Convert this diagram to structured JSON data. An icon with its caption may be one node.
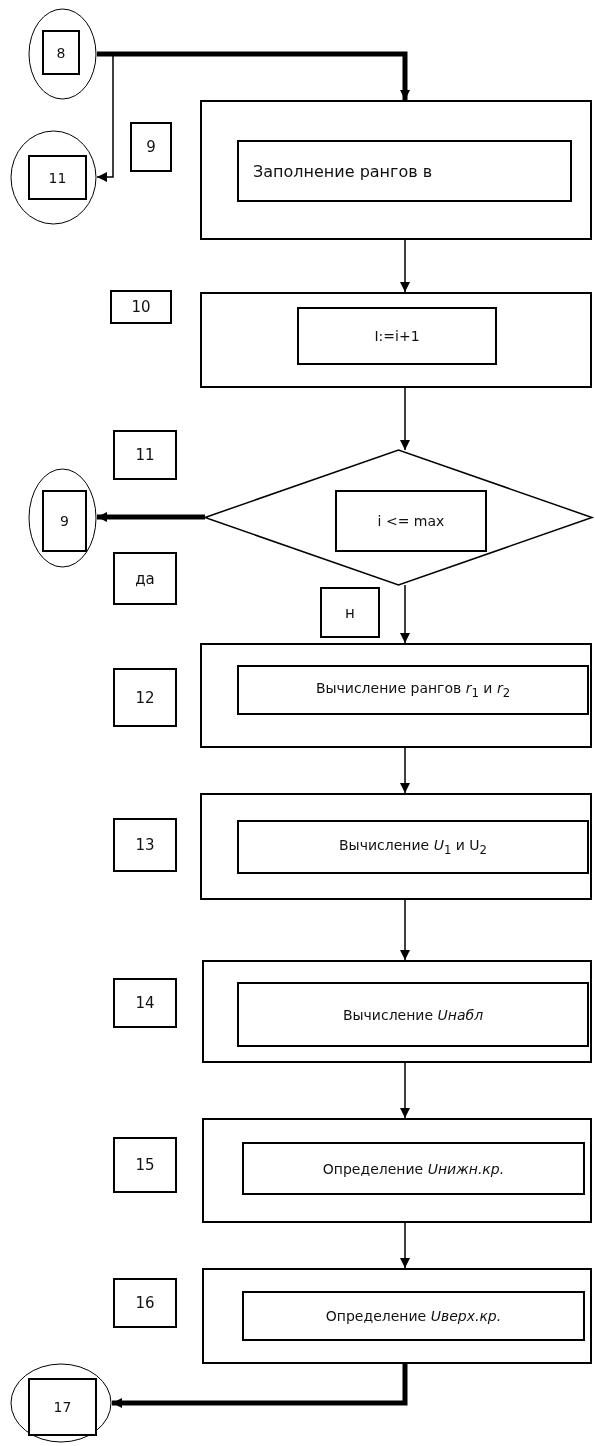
{
  "diagram": {
    "nodes": [
      {
        "text": [
          "8"
        ]
      },
      {
        "text": [],
        "shape": "box"
      },
      {
        "text": [
          "Заполнение рангов в"
        ],
        "in": 1
      },
      {
        "text": [
          "11"
        ]
      },
      {
        "text": [
          "9"
        ]
      },
      {
        "text": [
          "10"
        ]
      },
      {
        "text": [],
        "shape": "box"
      },
      {
        "text": [
          "I:=i+1"
        ],
        "in": 6
      },
      {
        "text": [
          "11"
        ]
      },
      {
        "text": [],
        "shape": "diamond"
      },
      {
        "text": [
          "i <= max"
        ],
        "in": 9
      },
      {
        "text": [
          "9"
        ]
      },
      {
        "text": [
          "да"
        ]
      },
      {
        "text": [
          "н"
        ]
      },
      {
        "text": [
          "12"
        ]
      },
      {
        "text": [],
        "shape": "box"
      },
      {
        "text": [
          "Вычисление рангов *r*$_{1}$ и *r*$_{2}$"
        ],
        "in": 15
      },
      {
        "text": [
          "13"
        ]
      },
      {
        "text": [],
        "shape": "box"
      },
      {
        "text": [
          "Вычисление *U*$_{1}$ и U$_{2}$"
        ],
        "in": 18
      },
      {
        "text": [
          "14"
        ]
      },
      {
        "text": [],
        "shape": "box"
      },
      {
        "text": [
          "Вычисление *Uнабл*"
        ],
        "in": 21
      },
      {
        "text": [
          "15"
        ]
      },
      {
        "text": [],
        "shape": "box"
      },
      {
        "text": [
          "Определение *Uнижн.кр.*"
        ],
        "in": 24
      },
      {
        "text": [
          "16"
        ]
      },
      {
        "text": [],
        "shape": "box"
      },
      {
        "text": [
          "Определение *Uверх.кр.*"
        ],
        "in": 27
      },
      {
        "text": [
          "17"
        ]
      }
    ],
    "edges": [
      {
        "from": 0,
        "to": 1,
        "arrow": "to",
        "style": "thick"
      },
      {
        "from": 0,
        "to": 3,
        "arrow": "to"
      },
      {
        "from": 1,
        "to": 6,
        "arrow": "to"
      },
      {
        "from": 6,
        "to": 9,
        "arrow": "to"
      },
      {
        "from": 9,
        "to": 11,
        "arrow": "to",
        "style": "thick"
      },
      {
        "from": 9,
        "to": 15,
        "arrow": "to"
      },
      {
        "from": 15,
        "to": 18,
        "arrow": "to"
      },
      {
        "from": 18,
        "to": 21,
        "arrow": "to"
      },
      {
        "from": 21,
        "to": 24,
        "arrow": "to"
      },
      {
        "from": 24,
        "to": 27,
        "arrow": "to"
      },
      {
        "from": 27,
        "to": 29,
        "arrow": "to",
        "style": "thick"
      }
    ]
  }
}
